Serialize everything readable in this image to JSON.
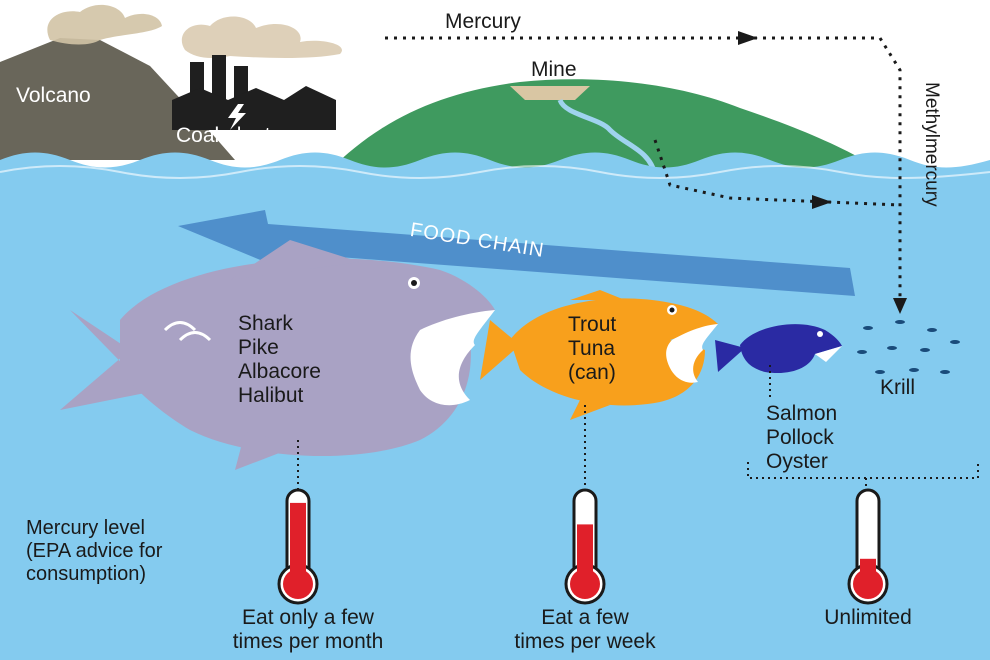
{
  "sources": {
    "volcano": "Volcano",
    "coal_plant": "Coal plant",
    "mine": "Mine",
    "mercury": "Mercury",
    "methylmercury": "Methylmercury"
  },
  "food_chain": "FOOD CHAIN",
  "fish": {
    "large": [
      "Shark",
      "Pike",
      "Albacore",
      "Halibut"
    ],
    "medium": [
      "Trout",
      "Tuna",
      "(can)"
    ],
    "small": [
      "Salmon",
      "Pollock",
      "Oyster"
    ],
    "krill": "Krill"
  },
  "legend": [
    "Mercury level",
    "(EPA advice for",
    "consumption)"
  ],
  "advice": {
    "high": [
      "Eat only a few",
      "times per month"
    ],
    "medium": [
      "Eat a few",
      "times per week"
    ],
    "low": [
      "Unlimited"
    ]
  },
  "mercury_levels": {
    "high": 0.85,
    "medium": 0.6,
    "low": 0.2
  },
  "colors": {
    "water": "#84cbef",
    "hill": "#3f9a5f",
    "volcano": "#69665a",
    "large_fish": "#a9a2c4",
    "medium_fish": "#f8a01c",
    "small_fish": "#2a2aa3",
    "thermometer": "#e0202a",
    "arrow": "#4f8fcb"
  }
}
